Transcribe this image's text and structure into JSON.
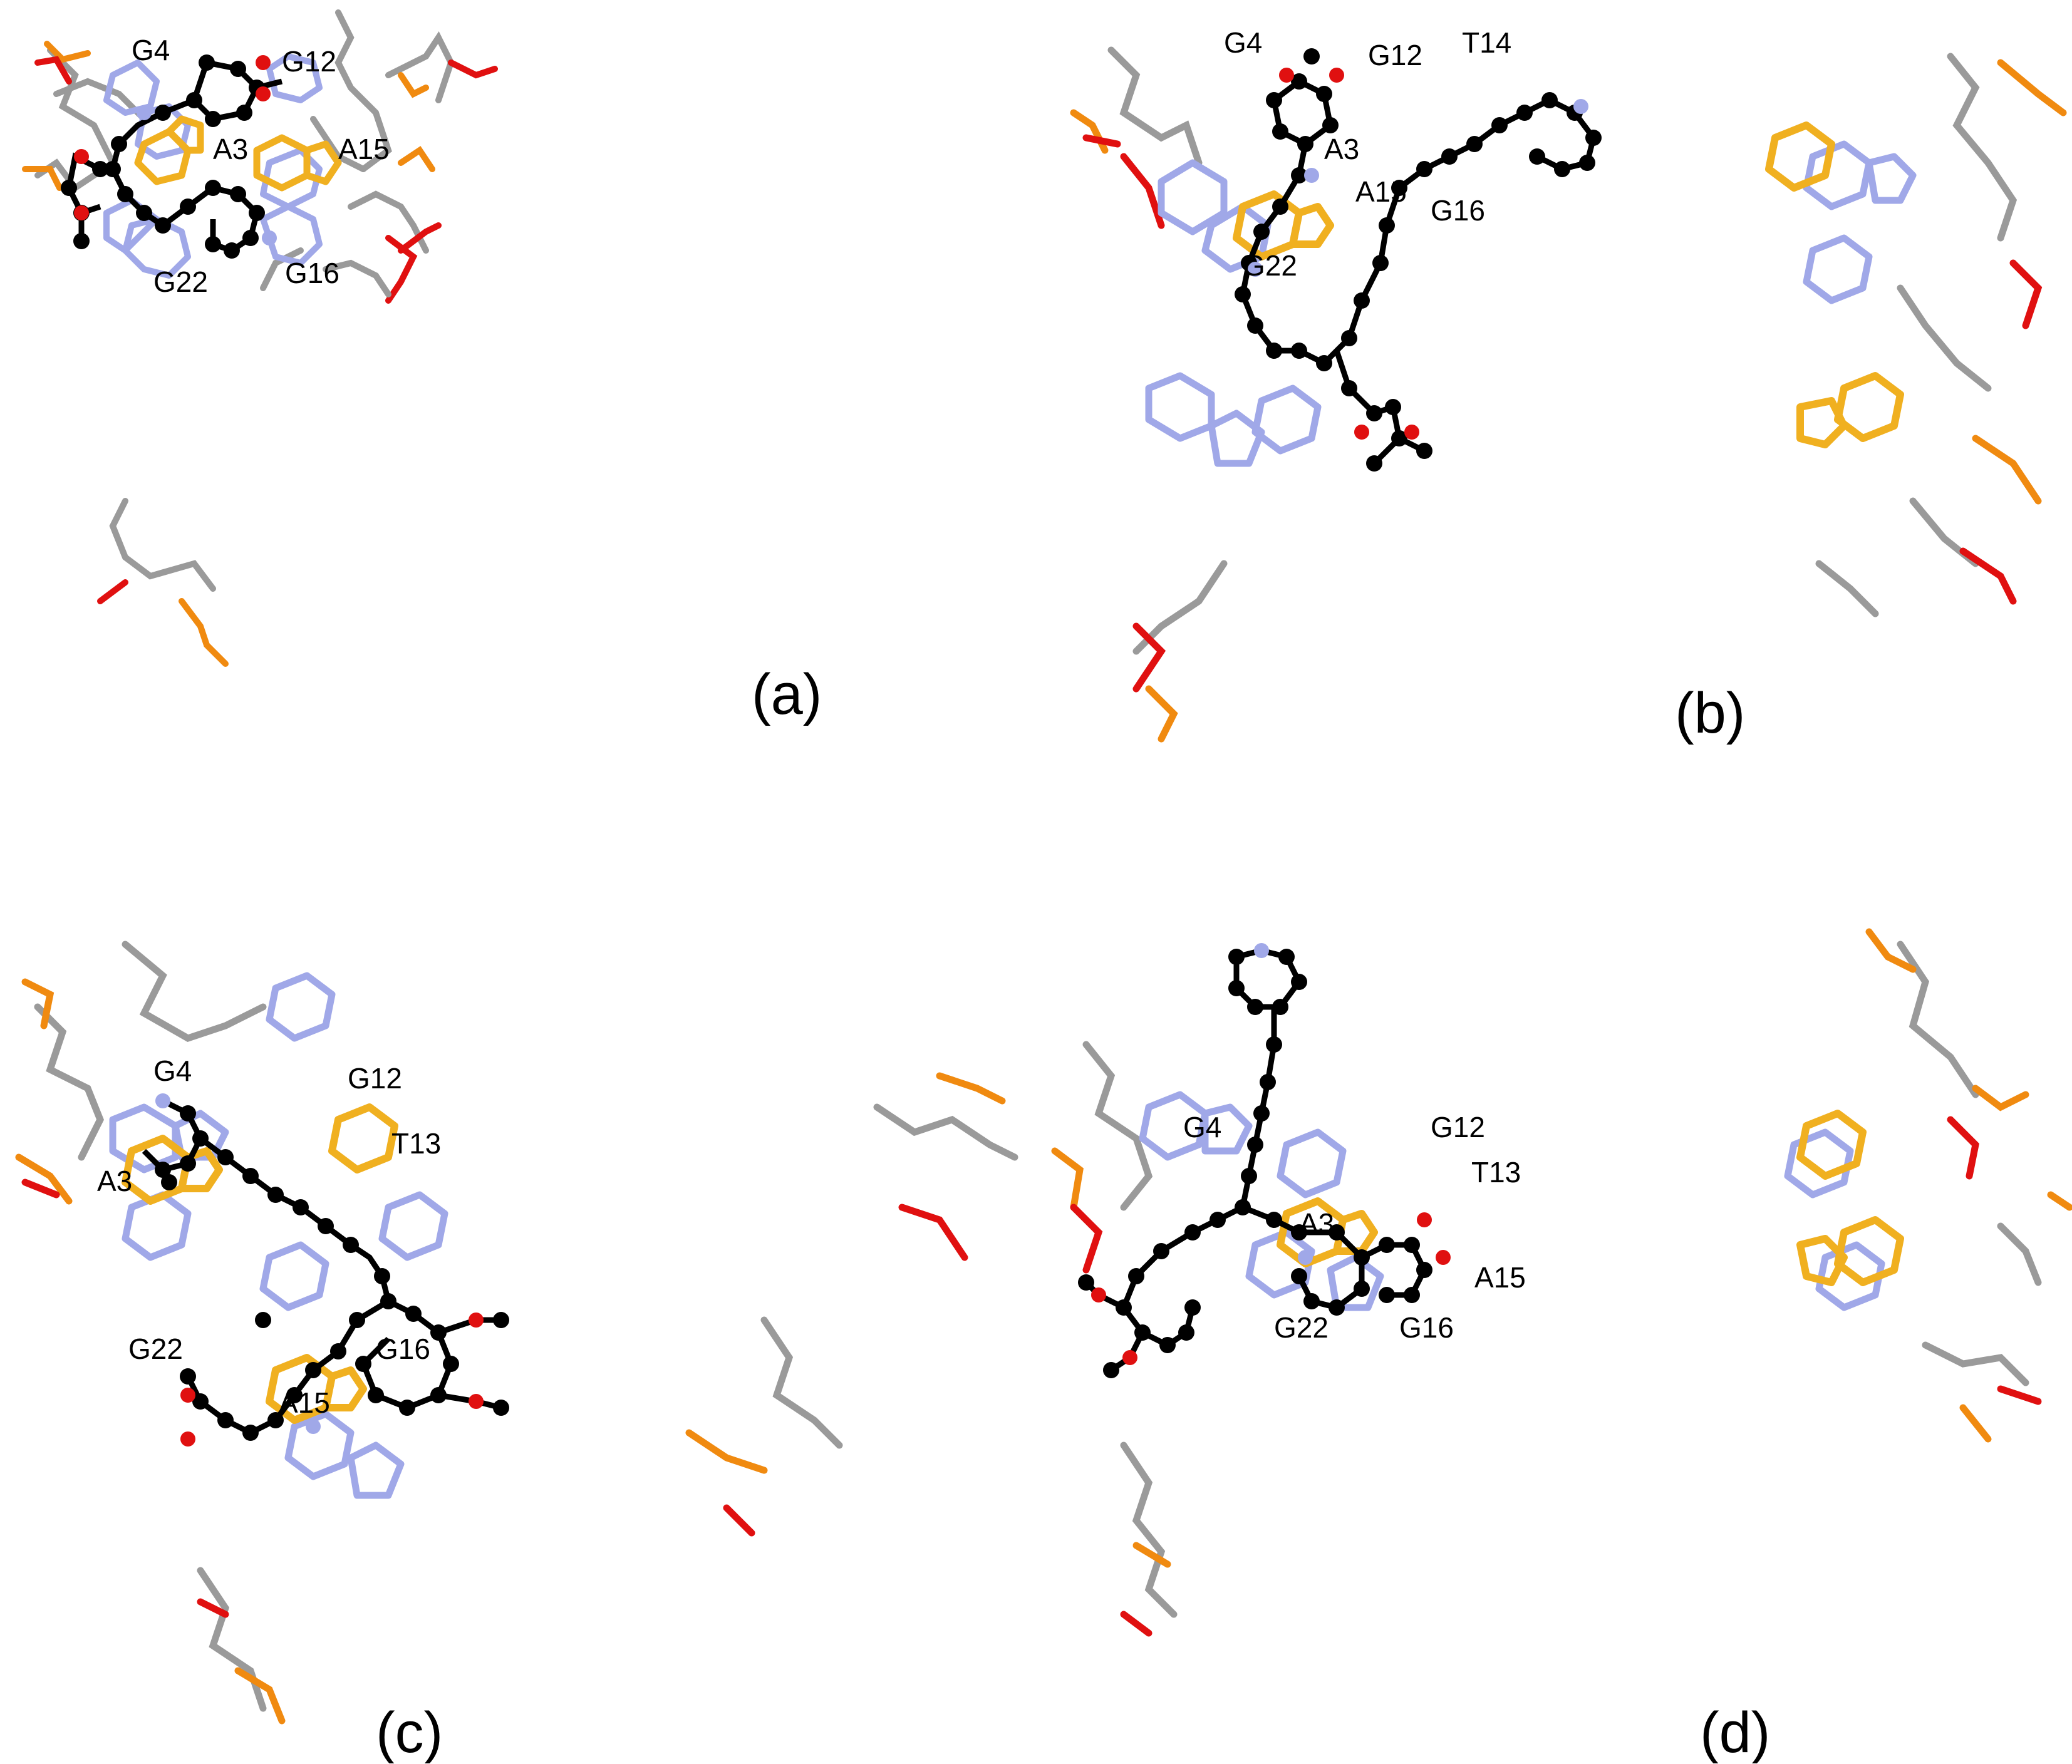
{
  "colors": {
    "ligand_atom": "#000000",
    "ligand_bond": "#000000",
    "oxygen": "#e01010",
    "nitrogen": "#a0a8e8",
    "hydrogen": "#f2f2f2",
    "carbon_bond": "#9a9a9a",
    "phosphorus": "#f08a10",
    "highlight_residue": "#f0b020"
  },
  "panels": [
    {
      "id": "a",
      "letter": "(a)",
      "residue_labels": [
        "G4",
        "G12",
        "A3",
        "A15",
        "G22",
        "G16"
      ]
    },
    {
      "id": "b",
      "letter": "(b)",
      "residue_labels": [
        "G4",
        "G12",
        "T14",
        "A3",
        "A15",
        "G16",
        "G22"
      ]
    },
    {
      "id": "c",
      "letter": "(c)",
      "residue_labels": [
        "G4",
        "G12",
        "T13",
        "A3",
        "G22",
        "A15",
        "G16"
      ]
    },
    {
      "id": "d",
      "letter": "(d)",
      "residue_labels": [
        "G4",
        "G12",
        "T13",
        "A3",
        "A15",
        "G22",
        "G16"
      ]
    }
  ]
}
